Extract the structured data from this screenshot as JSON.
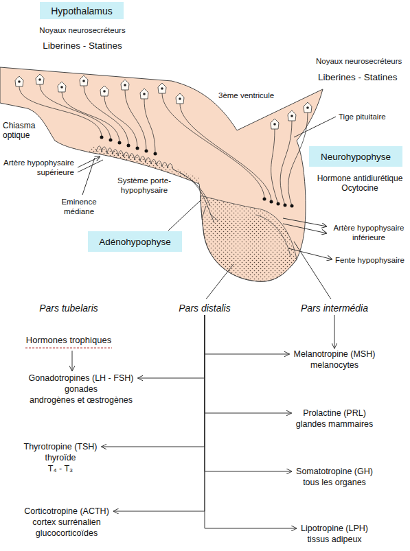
{
  "diagram": {
    "nodes": [
      {
        "text": [
          "Hypothalamus"
        ]
      },
      {
        "text": [
          "Neurohypophyse"
        ]
      },
      {
        "text": [
          "Adénohypophyse"
        ]
      },
      {
        "text": [
          "Pars tubelaris"
        ]
      },
      {
        "text": [
          "Pars distalis"
        ]
      },
      {
        "text": [
          "Pars intermédia"
        ]
      },
      {
        "text": [
          "Gonadotropines (LH - FSH)",
          "gonades",
          "androgènes et œstrogènes"
        ]
      },
      {
        "text": [
          "Thyrotropine (TSH)",
          "thyroïde",
          "T₄ - T₃"
        ]
      },
      {
        "text": [
          "Corticotropine (ACTH)",
          "cortex surrénalien",
          "glucocorticoïdes"
        ]
      },
      {
        "text": [
          "Melanotropine (MSH)",
          "melanocytes"
        ]
      },
      {
        "text": [
          "Prolactine (PRL)",
          "glandes mammaires"
        ]
      },
      {
        "text": [
          "Somatotropine (GH)",
          "tous les organes"
        ]
      },
      {
        "text": [
          "Lipotropine (LPH)",
          "tissus adipeux"
        ]
      }
    ],
    "edges": [
      {
        "from": 4,
        "to": 6,
        "arrow": "to"
      },
      {
        "from": 4,
        "to": 7,
        "arrow": "to"
      },
      {
        "from": 4,
        "to": 8,
        "arrow": "to"
      },
      {
        "from": 4,
        "to": 9,
        "arrow": "to"
      },
      {
        "from": 4,
        "to": 10,
        "arrow": "to"
      },
      {
        "from": 4,
        "to": 11,
        "arrow": "to"
      },
      {
        "from": 4,
        "to": 12,
        "arrow": "to"
      },
      {
        "from": 5,
        "to": 9,
        "arrow": "to"
      }
    ],
    "labels": [
      "Noyaux neurosecréteurs",
      "Liberines - Statines",
      "Noyaux neurosecréteurs",
      "Liberines - Statines",
      "3ème ventricule",
      "Tige pituitaire",
      "Chiasma optique",
      "Artère hypophysaire supérieure",
      "Système porte-hypophysaire",
      "Eminence médiane",
      "Hormone antidiurétique Ocytocine",
      "Artère hypophysaire inférieure",
      "Fente hypophysaire",
      "Hormones trophiques"
    ]
  }
}
